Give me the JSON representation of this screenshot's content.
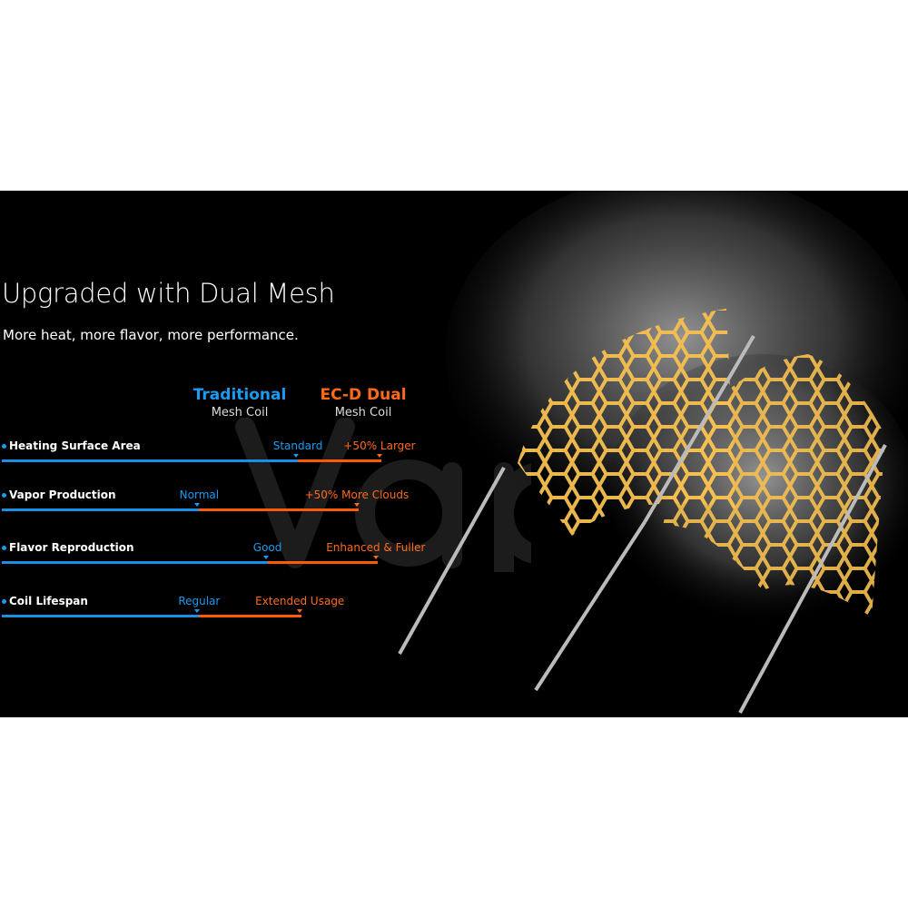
{
  "watermark": "Vap",
  "title": "Upgraded with Dual Mesh",
  "subtitle": "More heat, more flavor, more performance.",
  "columns": {
    "traditional": {
      "name": "Traditional",
      "sub": "Mesh Coil",
      "color": "#1a9bf0"
    },
    "dual": {
      "name": "EC-D Dual",
      "sub": "Mesh Coil",
      "color": "#ff6a1a"
    }
  },
  "rows": [
    {
      "label": "Heating Surface Area",
      "traditional": "Standard",
      "dual": "+50% Larger",
      "traditional_level": 78,
      "dual_level": 100
    },
    {
      "label": "Vapor Production",
      "traditional": "Normal",
      "dual": "+50% More Clouds",
      "traditional_level": 52,
      "dual_level": 94
    },
    {
      "label": "Flavor Reproduction",
      "traditional": "Good",
      "dual": "Enhanced & Fuller",
      "traditional_level": 70,
      "dual_level": 99
    },
    {
      "label": "Coil Lifespan",
      "traditional": "Regular",
      "dual": "Extended Usage",
      "traditional_level": 52,
      "dual_level": 79
    }
  ]
}
